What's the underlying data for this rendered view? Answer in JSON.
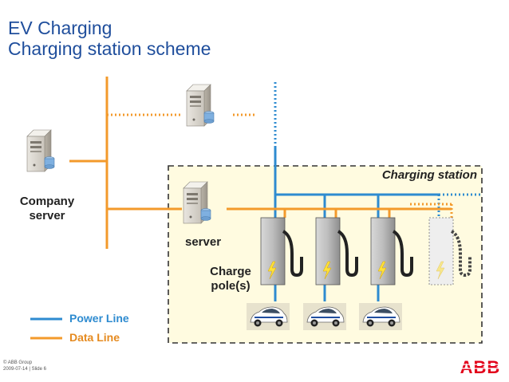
{
  "header": {
    "title": "EV Charging",
    "subtitle": "Charging station scheme"
  },
  "labels": {
    "company_server": "Company\nserver",
    "server": "server",
    "charging_station": "Charging station",
    "charge_poles": "Charge\npole(s)"
  },
  "legend": {
    "power_line": "Power Line",
    "data_line": "Data Line"
  },
  "footer": {
    "copyright": "© ABB Group",
    "date_slide": "2009-07-14  |  Slide 6"
  },
  "brand": {
    "logo_text": "ABB"
  },
  "colors": {
    "title": "#1f4e9c",
    "power_line": "#2e8bd0",
    "data_line": "#f39a2b",
    "station_fill": "#fffbe0",
    "logo": "#e2001a"
  }
}
